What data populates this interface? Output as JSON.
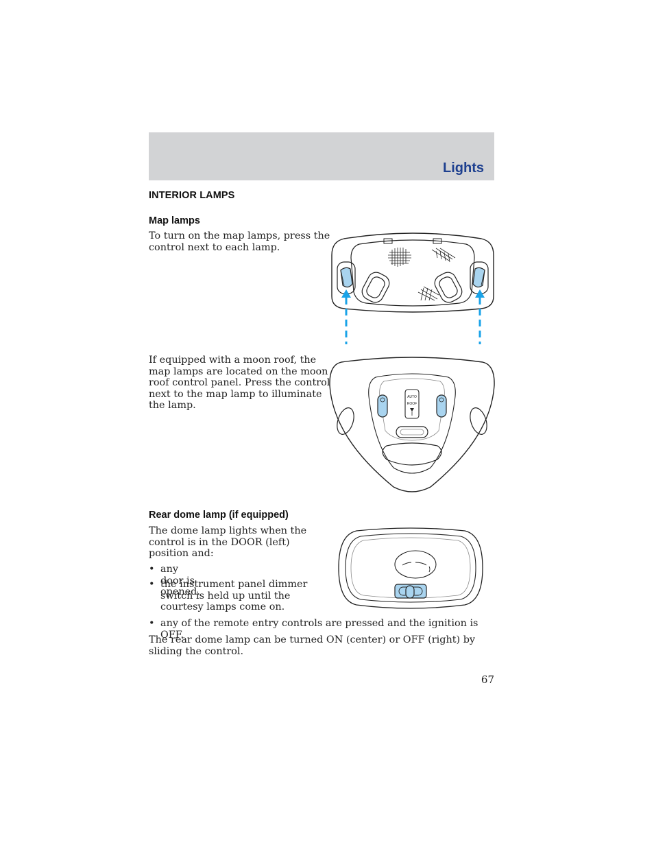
{
  "header": {
    "section_title": "Lights"
  },
  "interior_lamps": {
    "heading": "INTERIOR LAMPS",
    "map_lamps": {
      "heading": "Map lamps",
      "text_lines": [
        "To turn on the map lamps, press the",
        "control next to each lamp."
      ]
    },
    "moon_roof": {
      "text_lines": [
        "If equipped with a moon roof, the",
        "map lamps are located on the moon",
        "roof control panel. Press the control",
        "next to the map lamp to illuminate",
        "the lamp."
      ],
      "switch_label_auto": "AUTO",
      "switch_label_roof": "ROOF"
    },
    "rear_dome": {
      "heading": "Rear dome lamp (if equipped)",
      "intro_lines": [
        "The dome lamp lights when the",
        "control is in the DOOR (left)",
        "position and:"
      ],
      "bullets": [
        {
          "lines": [
            "any door is opened."
          ]
        },
        {
          "lines": [
            "the instrument panel dimmer",
            "switch is held up until the",
            "courtesy lamps come on."
          ]
        },
        {
          "lines": [
            "any of the remote entry controls are pressed and the ignition is OFF."
          ]
        }
      ],
      "closing_lines": [
        "The rear dome lamp can be turned ON (center) or OFF (right) by",
        "sliding the control."
      ]
    }
  },
  "colors": {
    "accent_blue": "#1d3f8f",
    "highlight_blue": "#a9d4ef",
    "arrow_blue": "#1aa3e8",
    "header_gray": "#d2d3d5"
  },
  "page_number": "67"
}
